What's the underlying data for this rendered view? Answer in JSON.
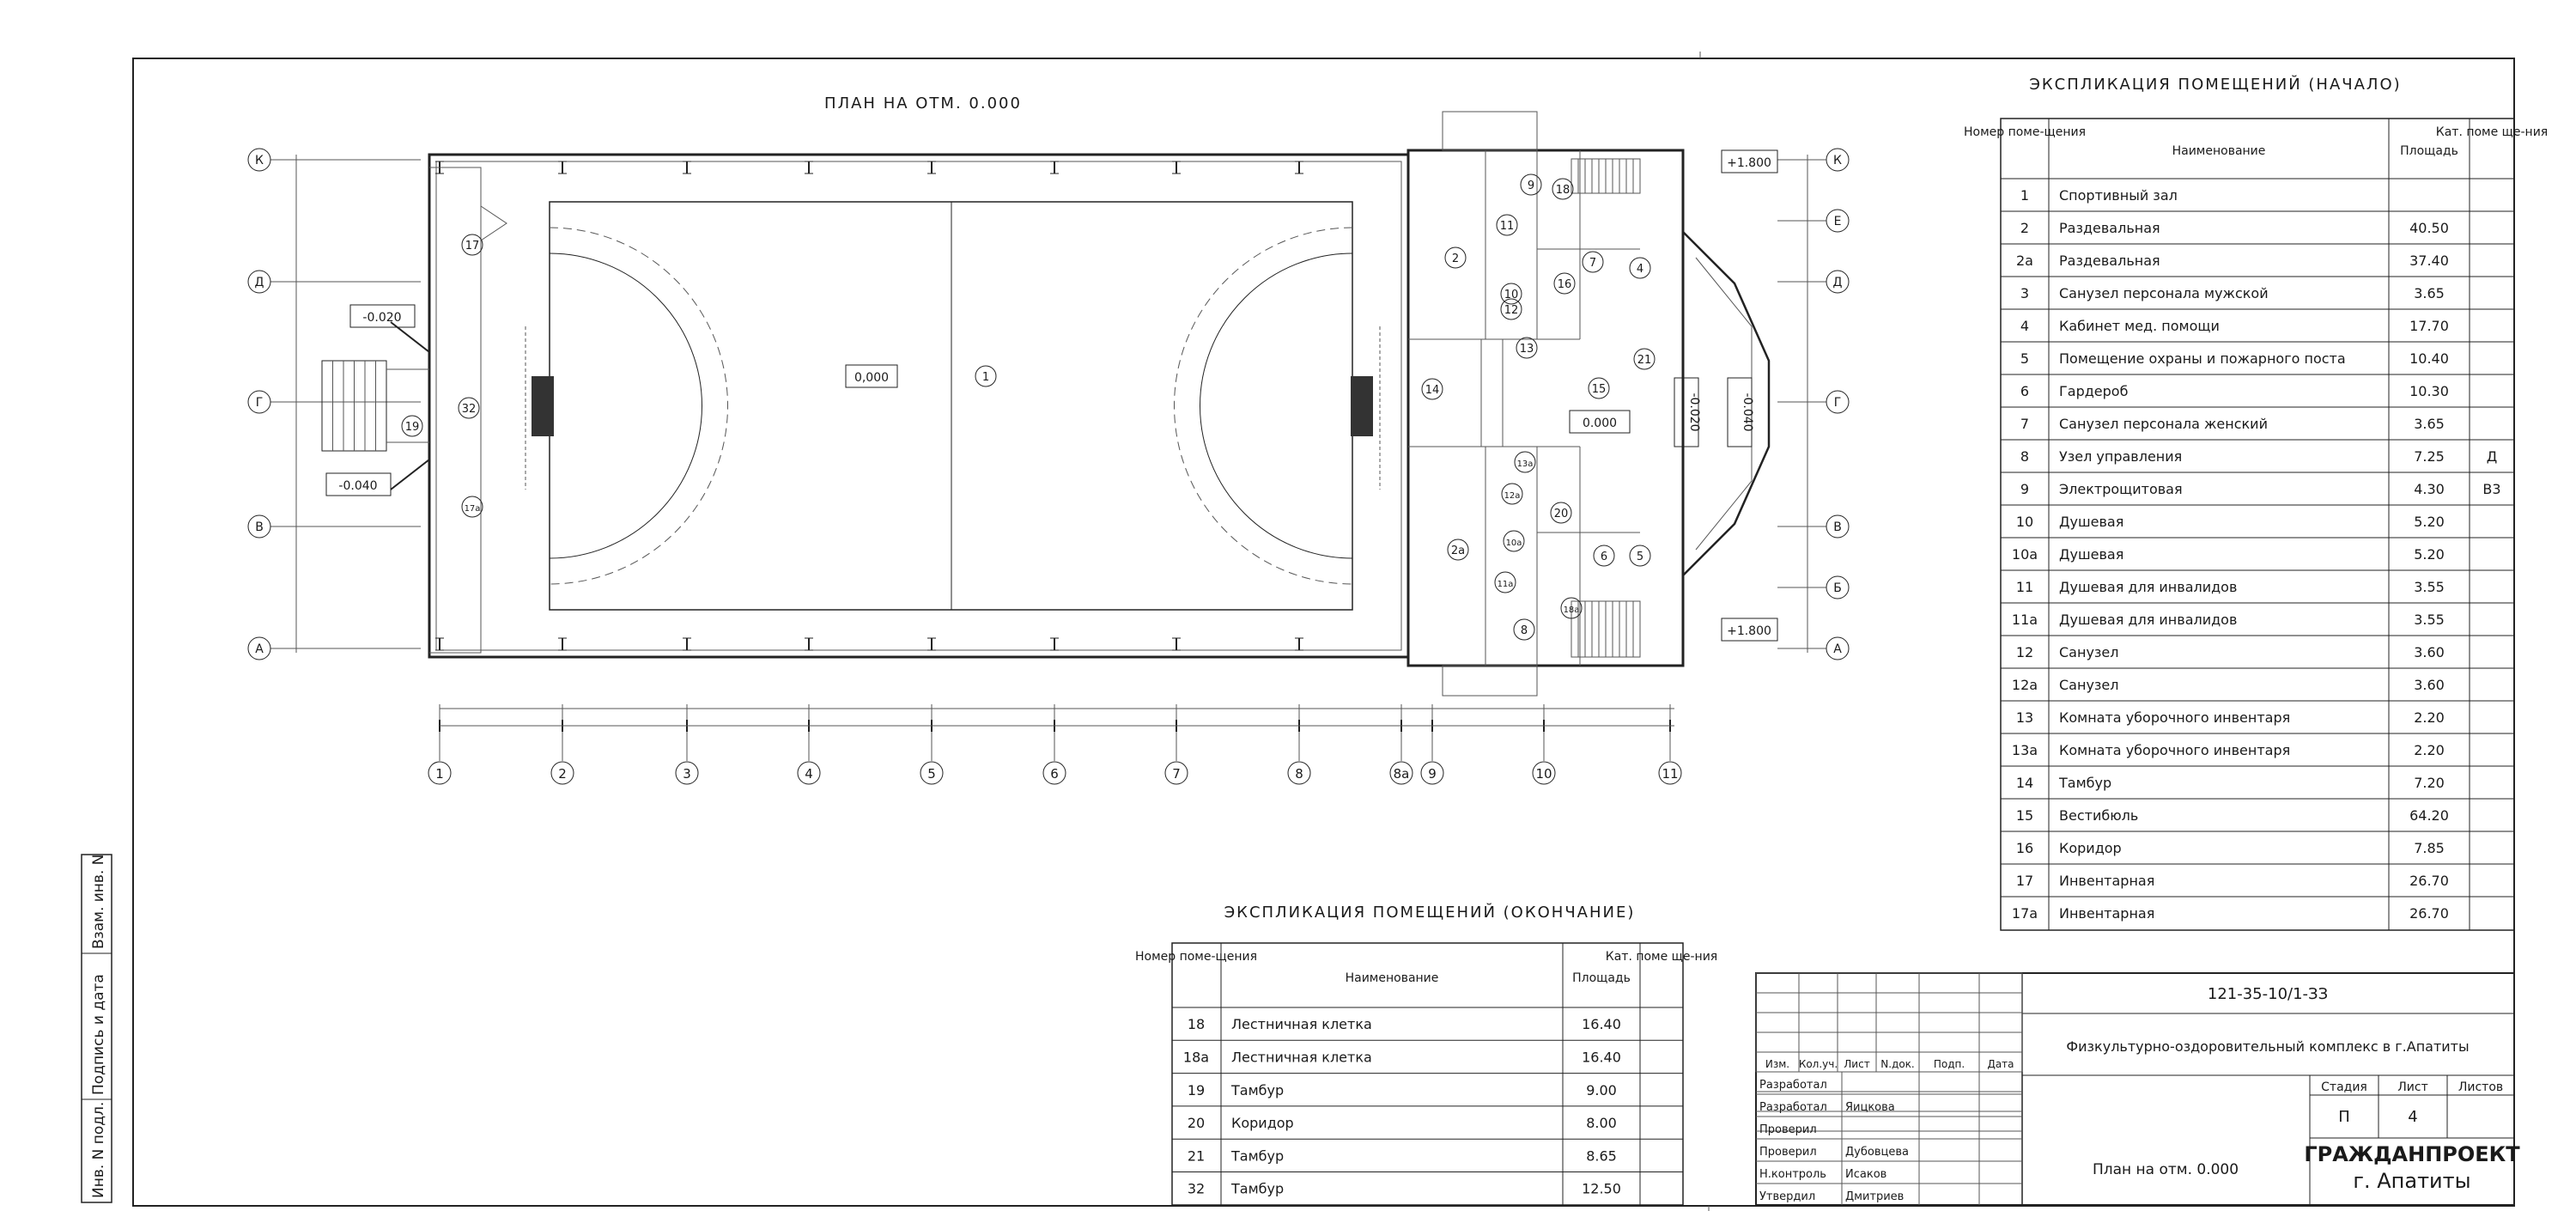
{
  "plan_title": "ПЛАН НА ОТМ. 0.000",
  "levels": {
    "hall": "0,000",
    "lobby": "0.000",
    "left_upper": "-0.020",
    "left_lower": "-0.040",
    "right_a": "-0.020",
    "right_b": "-0.040",
    "stair_top": "+1.800",
    "stair_bottom": "+1.800"
  },
  "axes_rows": [
    "К",
    "Е",
    "Д",
    "Г",
    "В",
    "Б",
    "А"
  ],
  "axes_left_rows": [
    "К",
    "Д",
    "Г",
    "В",
    "А"
  ],
  "axes_cols": [
    "1",
    "2",
    "3",
    "4",
    "5",
    "6",
    "7",
    "8",
    "8а",
    "9",
    "10",
    "11"
  ],
  "room_tags": [
    "1",
    "2",
    "2а",
    "4",
    "5",
    "6",
    "7",
    "8",
    "9",
    "10",
    "10а",
    "11",
    "11а",
    "12",
    "12а",
    "13",
    "13а",
    "14",
    "15",
    "16",
    "17",
    "17а",
    "18",
    "18а",
    "19",
    "20",
    "21",
    "32"
  ],
  "table_start": {
    "title": "ЭКСПЛИКАЦИЯ ПОМЕЩЕНИЙ (НАЧАЛО)",
    "headers": [
      "Номер поме-щения",
      "Наименование",
      "Площадь",
      "Кат. поме ще-ния"
    ],
    "rows": [
      [
        "1",
        "Спортивный зал",
        "",
        ""
      ],
      [
        "2",
        "Раздевальная",
        "40.50",
        ""
      ],
      [
        "2а",
        "Раздевальная",
        "37.40",
        ""
      ],
      [
        "3",
        "Санузел персонала мужской",
        "3.65",
        ""
      ],
      [
        "4",
        "Кабинет мед. помощи",
        "17.70",
        ""
      ],
      [
        "5",
        "Помещение охраны и пожарного поста",
        "10.40",
        ""
      ],
      [
        "6",
        "Гардероб",
        "10.30",
        ""
      ],
      [
        "7",
        "Санузел персонала женский",
        "3.65",
        ""
      ],
      [
        "8",
        "Узел управления",
        "7.25",
        "Д"
      ],
      [
        "9",
        "Электрощитовая",
        "4.30",
        "В3"
      ],
      [
        "10",
        "Душевая",
        "5.20",
        ""
      ],
      [
        "10а",
        "Душевая",
        "5.20",
        ""
      ],
      [
        "11",
        "Душевая для инвалидов",
        "3.55",
        ""
      ],
      [
        "11а",
        "Душевая для инвалидов",
        "3.55",
        ""
      ],
      [
        "12",
        "Санузел",
        "3.60",
        ""
      ],
      [
        "12а",
        "Санузел",
        "3.60",
        ""
      ],
      [
        "13",
        "Комната уборочного инвентаря",
        "2.20",
        ""
      ],
      [
        "13а",
        "Комната уборочного инвентаря",
        "2.20",
        ""
      ],
      [
        "14",
        "Тамбур",
        "7.20",
        ""
      ],
      [
        "15",
        "Вестибюль",
        "64.20",
        ""
      ],
      [
        "16",
        "Коридор",
        "7.85",
        ""
      ],
      [
        "17",
        "Инвентарная",
        "26.70",
        ""
      ],
      [
        "17а",
        "Инвентарная",
        "26.70",
        ""
      ]
    ]
  },
  "table_end": {
    "title": "ЭКСПЛИКАЦИЯ ПОМЕЩЕНИЙ (ОКОНЧАНИЕ)",
    "headers": [
      "Номер поме-щения",
      "Наименование",
      "Площадь",
      "Кат. поме ще-ния"
    ],
    "rows": [
      [
        "18",
        "Лестничная клетка",
        "16.40",
        ""
      ],
      [
        "18а",
        "Лестничная клетка",
        "16.40",
        ""
      ],
      [
        "19",
        "Тамбур",
        "9.00",
        ""
      ],
      [
        "20",
        "Коридор",
        "8.00",
        ""
      ],
      [
        "21",
        "Тамбур",
        "8.65",
        ""
      ],
      [
        "32",
        "Тамбур",
        "12.50",
        ""
      ]
    ]
  },
  "title_block": {
    "code": "121-35-10/1-ЗЗ",
    "project": "Физкультурно-оздоровительный комплекс в г.Апатиты",
    "sheet_name": "План на отм. 0.000",
    "change_headers": [
      "Изм.",
      "Кол.уч.",
      "Лист",
      "N.док.",
      "Подп.",
      "Дата"
    ],
    "people": [
      [
        "Разработал",
        ""
      ],
      [
        "Разработал",
        "Яицкова"
      ],
      [
        "Проверил",
        ""
      ],
      [
        "Проверил",
        "Дубовцева"
      ],
      [
        "Н.контроль",
        "Исаков"
      ],
      [
        "Утвердил",
        "Дмитриев"
      ]
    ],
    "stage_label": "Стадия",
    "sheet_label": "Лист",
    "sheets_label": "Листов",
    "stage": "П",
    "sheet": "4",
    "org": "ГРАЖДАНПРОЕКТ",
    "city": "г. Апатиты"
  },
  "side_stamp": [
    "Инв. N подл.",
    "Подпись и дата",
    "Взам. инв. N"
  ]
}
